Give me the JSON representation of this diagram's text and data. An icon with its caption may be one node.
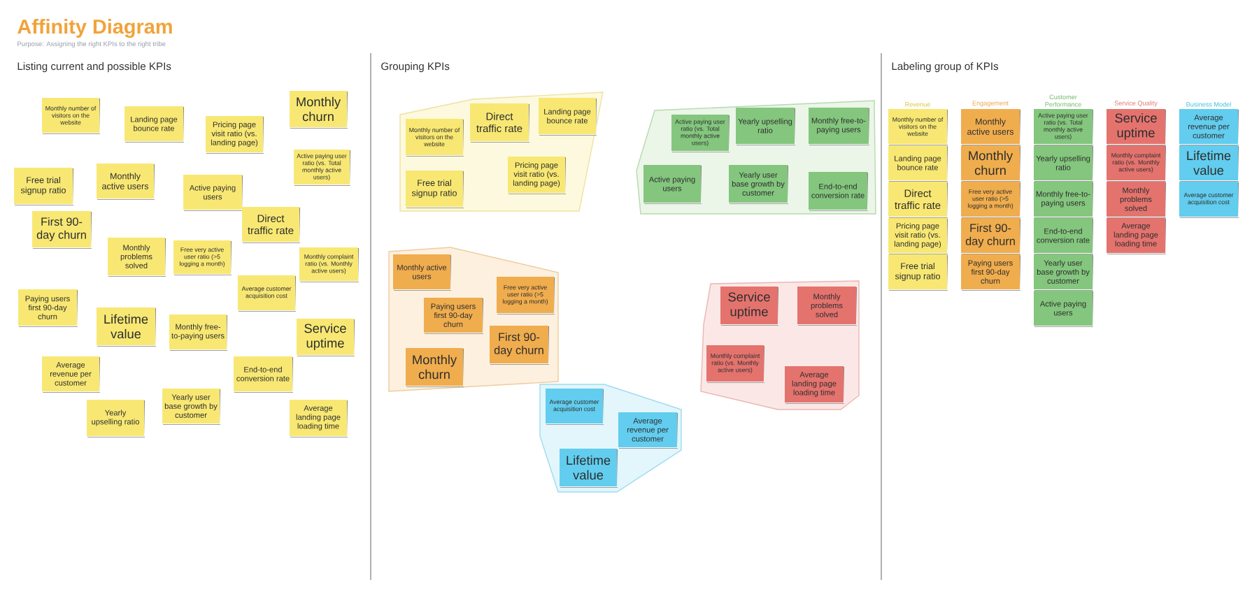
{
  "diagram": {
    "title": "Affinity Diagram",
    "nodes": [
      {
        "text": [
          "Monthly number of visitors on the website"
        ]
      },
      {
        "text": [
          "Landing page bounce rate"
        ]
      },
      {
        "text": [
          "Pricing page visit ratio (vs. landing page)"
        ]
      },
      {
        "text": [
          "Monthly churn"
        ]
      },
      {
        "text": [
          "Active paying user ratio (vs. Total monthly active users)"
        ]
      },
      {
        "text": [
          "Free trial signup ratio"
        ]
      },
      {
        "text": [
          "Monthly active users"
        ]
      },
      {
        "text": [
          "Active paying users"
        ]
      },
      {
        "text": [
          "Direct traffic rate"
        ]
      },
      {
        "text": [
          "First 90-day churn"
        ]
      },
      {
        "text": [
          "Monthly problems solved"
        ]
      },
      {
        "text": [
          "Free very active user ratio (>5 logging a month)"
        ]
      },
      {
        "text": [
          "Monthly complaint ratio (vs. Monthly active users)"
        ]
      },
      {
        "text": [
          "Average customer acquisition cost"
        ]
      },
      {
        "text": [
          "Paying users first 90-day churn"
        ]
      },
      {
        "text": [
          "Lifetime value"
        ]
      },
      {
        "text": [
          "Monthly free-to-paying users"
        ]
      },
      {
        "text": [
          "Service uptime"
        ]
      },
      {
        "text": [
          "Average revenue per customer"
        ]
      },
      {
        "text": [
          "End-to-end conversion rate"
        ]
      },
      {
        "text": [
          "Yearly user base growth by customer"
        ]
      },
      {
        "text": [
          "Yearly upselling ratio"
        ]
      },
      {
        "text": [
          "Average landing page loading time"
        ]
      },
      {
        "text": [],
        "shape": "polygon"
      },
      {
        "text": [
          "Monthly number of visitors on the website"
        ],
        "in": 23
      },
      {
        "text": [
          "Direct traffic rate"
        ],
        "in": 23
      },
      {
        "text": [
          "Landing page bounce rate"
        ],
        "in": 23
      },
      {
        "text": [
          "Pricing page visit ratio (vs. landing page)"
        ],
        "in": 23
      },
      {
        "text": [
          "Free trial signup ratio"
        ],
        "in": 23
      },
      {
        "text": [],
        "shape": "polygon"
      },
      {
        "text": [
          "Active paying user ratio (vs. Total monthly active users)"
        ],
        "in": 29
      },
      {
        "text": [
          "Yearly upselling ratio"
        ],
        "in": 29
      },
      {
        "text": [
          "Monthly free-to-paying users"
        ],
        "in": 29
      },
      {
        "text": [
          "Active paying users"
        ],
        "in": 29
      },
      {
        "text": [
          "Yearly user base growth by customer"
        ],
        "in": 29
      },
      {
        "text": [
          "End-to-end conversion rate"
        ],
        "in": 29
      },
      {
        "text": [],
        "shape": "polygon"
      },
      {
        "text": [
          "Monthly active users"
        ],
        "in": 36
      },
      {
        "text": [
          "Free very active user ratio (>5 logging a month)"
        ],
        "in": 36
      },
      {
        "text": [
          "Paying users first 90-day churn"
        ],
        "in": 36
      },
      {
        "text": [
          "First 90-day churn"
        ],
        "in": 36
      },
      {
        "text": [
          "Monthly churn"
        ],
        "in": 36
      },
      {
        "text": [],
        "shape": "polygon"
      },
      {
        "text": [
          "Service uptime"
        ],
        "in": 42
      },
      {
        "text": [
          "Monthly problems solved"
        ],
        "in": 42
      },
      {
        "text": [
          "Monthly complaint ratio (vs. Monthly active users)"
        ],
        "in": 42
      },
      {
        "text": [
          "Average landing page loading time"
        ],
        "in": 42
      },
      {
        "text": [],
        "shape": "polygon"
      },
      {
        "text": [
          "Average customer acquisition cost"
        ],
        "in": 47
      },
      {
        "text": [
          "Average revenue per customer"
        ],
        "in": 47
      },
      {
        "text": [
          "Lifetime value"
        ],
        "in": 47
      },
      {
        "text": [
          "Monthly number of visitors on the website"
        ]
      },
      {
        "text": [
          "Landing page bounce rate"
        ]
      },
      {
        "text": [
          "Direct traffic rate"
        ]
      },
      {
        "text": [
          "Pricing page visit ratio (vs. landing page)"
        ]
      },
      {
        "text": [
          "Free trial signup ratio"
        ]
      },
      {
        "text": [
          "Monthly active users"
        ]
      },
      {
        "text": [
          "Monthly churn"
        ]
      },
      {
        "text": [
          "Free very active user ratio (>5 logging a month)"
        ]
      },
      {
        "text": [
          "First 90-day churn"
        ]
      },
      {
        "text": [
          "Paying users first 90-day churn"
        ]
      },
      {
        "text": [
          "Active paying user ratio (vs. Total monthly active users)"
        ]
      },
      {
        "text": [
          "Yearly upselling ratio"
        ]
      },
      {
        "text": [
          "Monthly free-to-paying users"
        ]
      },
      {
        "text": [
          "End-to-end conversion rate"
        ]
      },
      {
        "text": [
          "Yearly user base growth by customer"
        ]
      },
      {
        "text": [
          "Active paying users"
        ]
      },
      {
        "text": [
          "Service uptime"
        ]
      },
      {
        "text": [
          "Monthly complaint ratio (vs. Monthly active users)"
        ]
      },
      {
        "text": [
          "Monthly problems solved"
        ]
      },
      {
        "text": [
          "Average landing page loading time"
        ]
      },
      {
        "text": [
          "Average revenue per customer"
        ]
      },
      {
        "text": [
          "Lifetime value"
        ]
      },
      {
        "text": [
          "Average customer acquisition cost"
        ]
      }
    ],
    "labels": [
      "Purpose: Assigning the right KPIs to the right tribe",
      "Listing current and possible KPIs",
      "Grouping KPIs",
      "Labeling group of KPIs",
      "Revenue",
      "Engagement",
      "Customer Performance",
      "Service Quality",
      "Business Model"
    ]
  }
}
